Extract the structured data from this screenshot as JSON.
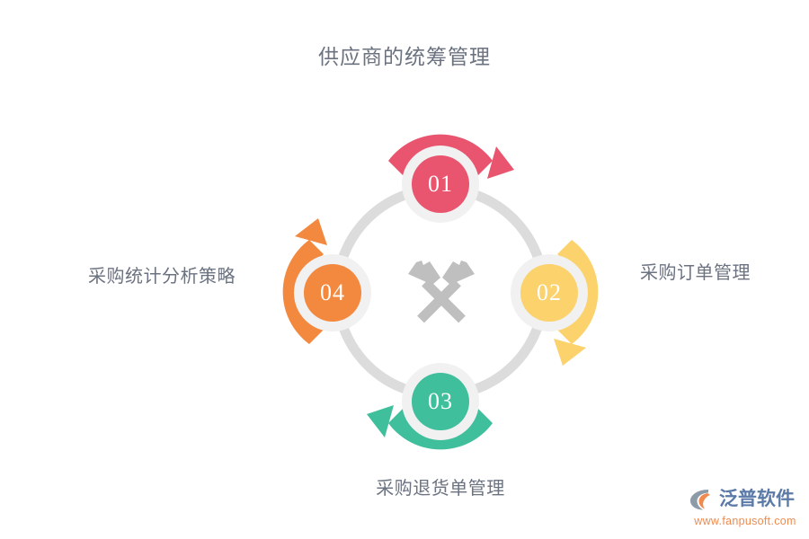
{
  "title": "供应商的统筹管理",
  "colors": {
    "title_text": "#6b7280",
    "label_text": "#6b7280",
    "ring": "#dcdcdc",
    "node_halo": "#f1f1f1",
    "center_icon": "#bfbfbf",
    "pink": "#e9556e",
    "yellow": "#fbd26c",
    "teal": "#3fbf9c",
    "orange": "#f3893f",
    "logo_word": "#5c7aa8",
    "logo_url": "#ef8b4f",
    "background": "#ffffff"
  },
  "nodes": [
    {
      "id": "01",
      "number": "01",
      "color": "#e9556e",
      "position": "top",
      "label": "供应商的统筹管理",
      "label_position": "top-center"
    },
    {
      "id": "02",
      "number": "02",
      "color": "#fbd26c",
      "position": "right",
      "label": "采购订单管理",
      "label_position": "right"
    },
    {
      "id": "03",
      "number": "03",
      "color": "#3fbf9c",
      "position": "bottom",
      "label": "采购退货单管理",
      "label_position": "bottom-center"
    },
    {
      "id": "04",
      "number": "04",
      "color": "#f3893f",
      "position": "left",
      "label": "采购统计分析策略",
      "label_position": "left"
    }
  ],
  "labels": {
    "top": "供应商的统筹管理",
    "right": "采购订单管理",
    "bottom": "采购退货单管理",
    "left": "采购统计分析策略"
  },
  "arrows": [
    {
      "name": "top-arrow",
      "color": "#e9556e",
      "direction": "clockwise-right"
    },
    {
      "name": "right-arrow",
      "color": "#fbd26c",
      "direction": "clockwise-down"
    },
    {
      "name": "bottom-arrow",
      "color": "#3fbf9c",
      "direction": "clockwise-left"
    },
    {
      "name": "left-arrow",
      "color": "#f3893f",
      "direction": "clockwise-up"
    }
  ],
  "center_icon": "crossed-hammers-icon",
  "logo": {
    "mark": "fanpu-logo-mark",
    "word": "泛普软件",
    "url": "www.fanpusoft.com"
  }
}
